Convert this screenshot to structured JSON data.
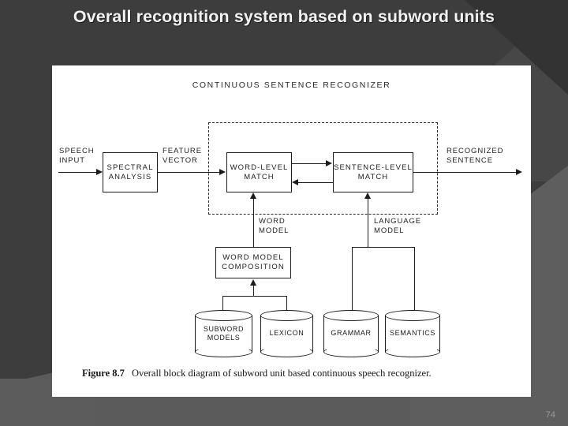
{
  "slide": {
    "title": "Overall recognition system based on subword units",
    "page_number": "74",
    "background_color": "#3d3d3d",
    "title_color": "#f2f2f2"
  },
  "figure": {
    "heading": "CONTINUOUS  SENTENCE   RECOGNIZER",
    "caption_label": "Figure 8.7",
    "caption_text": "Overall block diagram of subword unit based continuous speech recognizer.",
    "panel_color": "#ffffff",
    "ink_color": "#1c1c1c",
    "labels": {
      "speech_input": "SPEECH\nINPUT",
      "feature_vector": "FEATURE\nVECTOR",
      "recognized_sentence": "RECOGNIZED\nSENTENCE",
      "word_model": "WORD\nMODEL",
      "language_model": "LANGUAGE\nMODEL"
    },
    "boxes": [
      {
        "id": "spectral-analysis",
        "label": "SPECTRAL\nANALYSIS"
      },
      {
        "id": "word-level-match",
        "label": "WORD-LEVEL\nMATCH"
      },
      {
        "id": "sentence-level-match",
        "label": "SENTENCE-LEVEL\nMATCH"
      },
      {
        "id": "word-model-composition",
        "label": "WORD MODEL\nCOMPOSITION"
      }
    ],
    "databases": [
      {
        "id": "subword-models",
        "label": "SUBWORD\nMODELS"
      },
      {
        "id": "lexicon",
        "label": "LEXICON"
      },
      {
        "id": "grammar",
        "label": "GRAMMAR"
      },
      {
        "id": "semantics",
        "label": "SEMANTICS"
      }
    ]
  }
}
